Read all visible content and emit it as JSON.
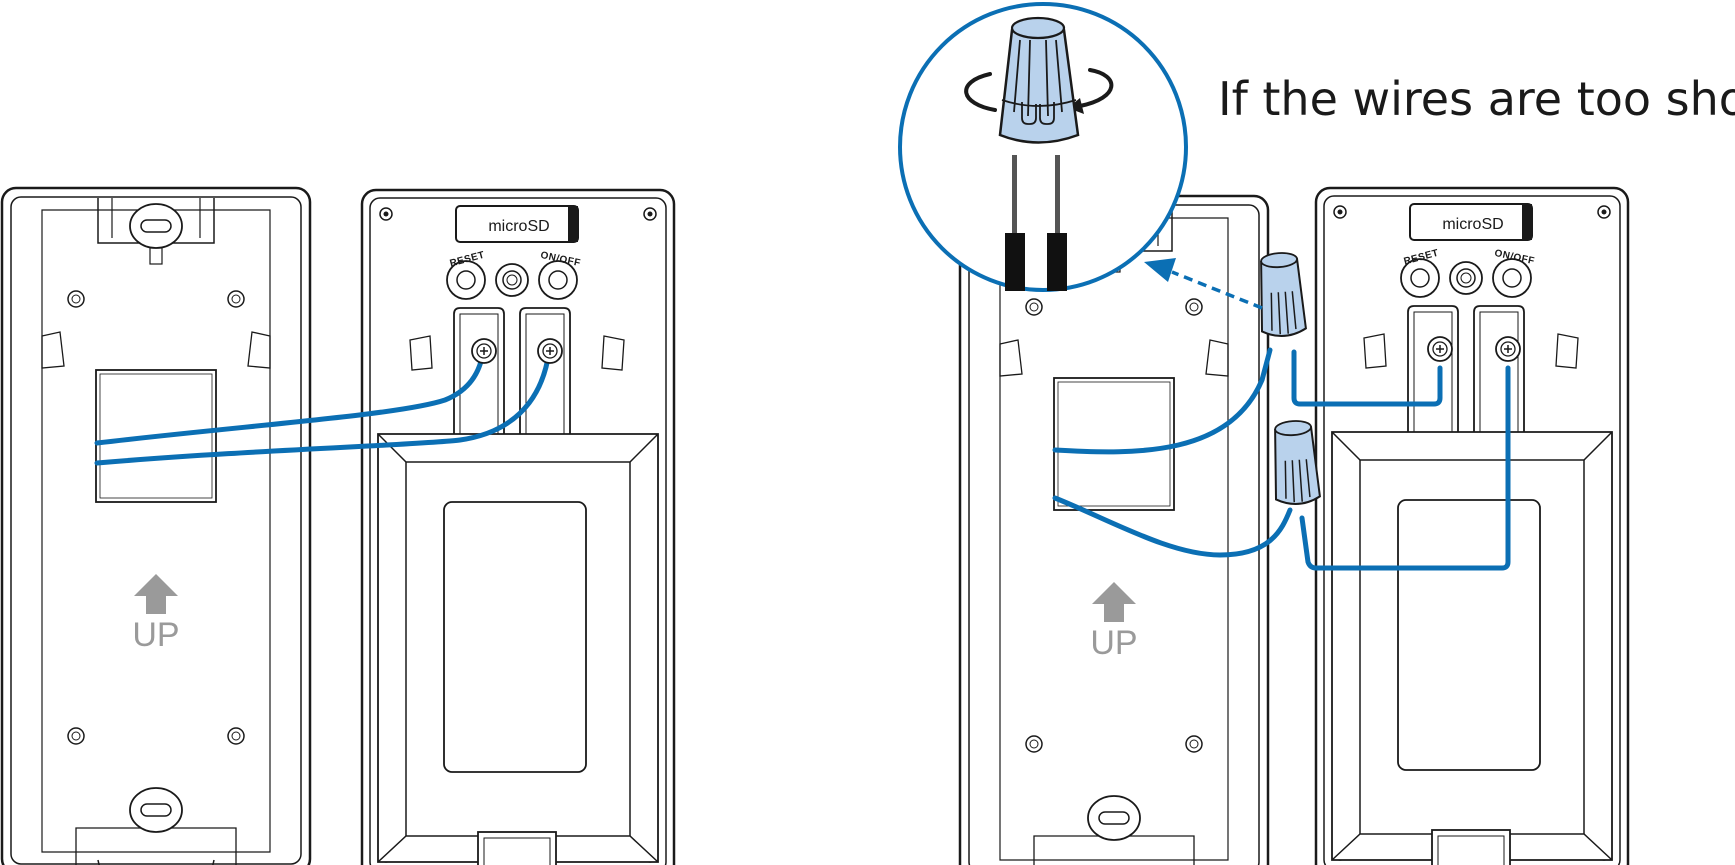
{
  "caption": "If the wires are too short:",
  "labels": {
    "microsd": "microSD",
    "reset": "RESET",
    "on_off": "ON/OFF",
    "up": "UP"
  },
  "colors": {
    "wire": "#0b6fb4",
    "wire_nut": "#b9d2ec",
    "outline": "#1a1a1a",
    "up_arrow": "#9a9a9a"
  },
  "icons": {
    "wire_nut": "wire-nut-icon",
    "rotate": "rotate-arrow-icon",
    "up_arrow": "up-arrow-icon",
    "screw": "screw-terminal-icon"
  }
}
